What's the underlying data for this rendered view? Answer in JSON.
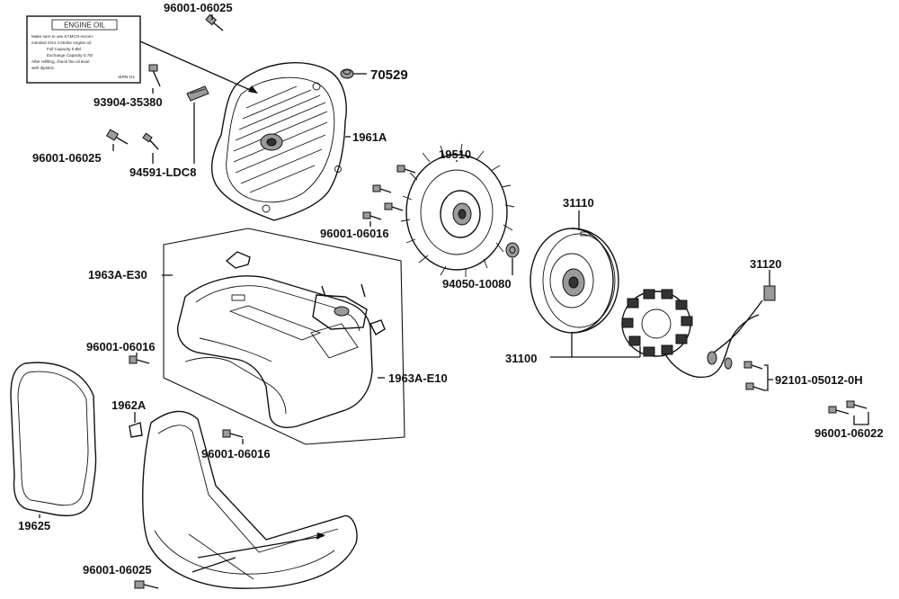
{
  "sticker": {
    "title": "ENGINE OIL",
    "lines": [
      "Make sure to use KYMCO-recom-",
      "mended SG4 4-stroke engine oil.",
      "Full Capacity        0.85l",
      "Exchange Capacity    0.75l",
      "After refilling, check the oil level",
      "with dipstick."
    ],
    "code": "IKRN-G1"
  },
  "labels": {
    "p96001_06025_top": "96001-06025",
    "p70529": "70529",
    "p93904_35380": "93904-35380",
    "p1961A": "1961A",
    "p96001_06025_mid": "96001-06025",
    "p94591_LDC8": "94591-LDC8",
    "p19510": "19510",
    "p96001_06016_a": "96001-06016",
    "p31110": "31110",
    "p94050_10080": "94050-10080",
    "p1963A_E30": "1963A-E30",
    "p31120": "31120",
    "p96001_06016_b": "96001-06016",
    "p1963A_E10": "1963A-E10",
    "p31100": "31100",
    "p92101_05012_0H": "92101-05012-0H",
    "p1962A": "1962A",
    "p96001_06022": "96001-06022",
    "p96001_06016_c": "96001-06016",
    "p19625": "19625",
    "p96001_06025_bot": "96001-06025"
  }
}
